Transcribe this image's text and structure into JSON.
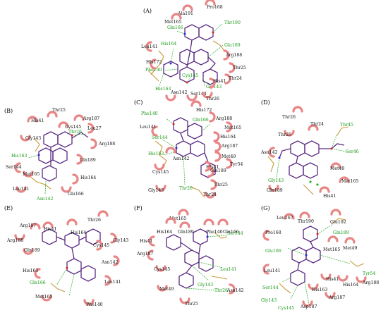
{
  "colors": {
    "background": "#ffffff",
    "hydrophobic_arc": "#e88585",
    "ligand_bond": "#5a2a82",
    "residue_bond": "#c69a3a",
    "hbond": "#22aa22",
    "hbond_label": "#1a9a1a",
    "carbon": "#111111",
    "nitrogen": "#2b2bd9",
    "oxygen": "#d92020",
    "halogen": "#22bb22"
  },
  "panels": [
    {
      "label": "(A)",
      "hbond_residues": [
        "Gln166",
        "Thr190",
        "Glu189",
        "His164",
        "Phe140",
        "Cys145",
        "Gly143",
        "His163"
      ],
      "hydrophobic_residues": [
        "Ala191",
        "Pro168",
        "Met165",
        "Leu141",
        "Arg188",
        "His172",
        "Thr25",
        "Thr24",
        "His41",
        "Asn142",
        "Ser144",
        "Thr26"
      ]
    },
    {
      "label": "(B)",
      "hbond_residues": [
        "Thr26",
        "His163",
        "Asn142"
      ],
      "hydrophobic_residues": [
        "Thr25",
        "His41",
        "Arg187",
        "Cys145",
        "Leu27",
        "Gly143",
        "Arg188",
        "Ser144",
        "Gln189",
        "Met165",
        "His164",
        "Leu141",
        "Glu166"
      ]
    },
    {
      "label": "(C)",
      "hbond_residues": [
        "Phe140",
        "Gln166",
        "Ser144",
        "His163",
        "Thr26"
      ],
      "hydrophobic_residues": [
        "His172",
        "Arg188",
        "Leu141",
        "Met165",
        "His164",
        "Arg187",
        "Met49",
        "Asn142",
        "Tyr54",
        "Cys145",
        "His41",
        "Gln189",
        "Thr25",
        "Gly143",
        "Thr24"
      ]
    },
    {
      "label": "(D)",
      "hbond_residues": [
        "Thr45",
        "Ser46",
        "Gly143"
      ],
      "hydrophobic_residues": [
        "Thr26",
        "Thr24",
        "Thr25",
        "Asn142",
        "Met49",
        "Met165",
        "Gln189",
        "His41"
      ]
    },
    {
      "label": "(E)",
      "hbond_residues": [
        "Gln166"
      ],
      "hydrophobic_residues": [
        "Thr26",
        "Arg187",
        "His41",
        "His164",
        "Gly143",
        "Arg188",
        "Gln189",
        "Cys145",
        "Asn142",
        "His163",
        "Leu141",
        "Met165",
        "Phe140"
      ]
    },
    {
      "label": "(F)",
      "hbond_residues": [
        "Ser144",
        "Leu141",
        "Gly143",
        "Thr26"
      ],
      "hydrophobic_residues": [
        "Met165",
        "His164",
        "Gln189",
        "Phe140",
        "Glu166",
        "His41",
        "Arg187",
        "Cys145",
        "Asn142",
        "Met49",
        "Thr25"
      ]
    },
    {
      "label": "(G)",
      "hbond_residues": [
        "Gln189",
        "Glu166",
        "Tyr54",
        "Ser144",
        "Gly143",
        "Cys145"
      ],
      "hydrophobic_residues": [
        "Leu167",
        "Thr190",
        "Glu192",
        "Pro168",
        "Met165",
        "Met49",
        "Leu141",
        "His41",
        "His164",
        "Arg188",
        "His163",
        "Arg187",
        "Asp187"
      ]
    }
  ]
}
